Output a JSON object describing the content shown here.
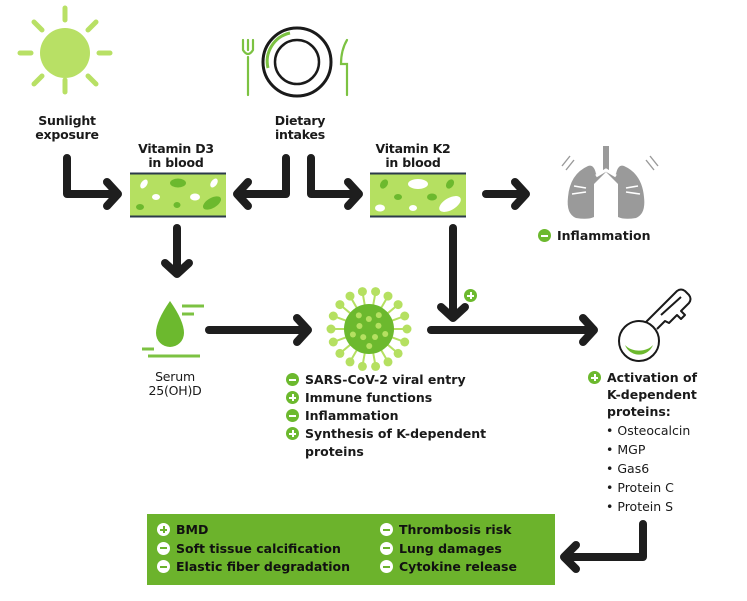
{
  "colors": {
    "accent_green": "#6cb92e",
    "light_green": "#b5e061",
    "sun_green": "#b8e065",
    "arrow": "#1e1e1e",
    "lung_gray": "#9a9a9a",
    "outcome_bg": "#6cb32c"
  },
  "sources": {
    "sunlight": {
      "icon": "sun-icon",
      "line1": "Sunlight",
      "line2": "exposure"
    },
    "diet": {
      "icon": "plate-cutlery-icon",
      "line1": "Dietary",
      "line2": "intakes"
    }
  },
  "blood": {
    "d3": {
      "icon": "blood-vessel-icon",
      "line1": "Vitamin D3",
      "line2": "in blood"
    },
    "k2": {
      "icon": "blood-vessel-icon",
      "line1": "Vitamin K2",
      "line2": "in blood"
    }
  },
  "lungs": {
    "icon": "lungs-icon",
    "effect": {
      "sign": "minus",
      "label": "Inflammation"
    }
  },
  "serum": {
    "icon": "drop-icon",
    "line1": "Serum",
    "line2": "25(OH)D"
  },
  "virus": {
    "icon": "coronavirus-icon",
    "effects": [
      {
        "sign": "minus",
        "label": "SARS-CoV-2 viral entry"
      },
      {
        "sign": "plus",
        "label": "Immune functions"
      },
      {
        "sign": "minus",
        "label": "Inflammation"
      },
      {
        "sign": "plus",
        "label": "Synthesis of K-dependent",
        "cont": "proteins"
      }
    ]
  },
  "k2_arrow_badge": {
    "sign": "plus"
  },
  "key": {
    "icon": "key-icon",
    "sign": "plus",
    "title_lines": [
      "Activation of",
      "K-dependent",
      "proteins:"
    ],
    "proteins": [
      "Osteocalcin",
      "MGP",
      "Gas6",
      "Protein C",
      "Protein S"
    ]
  },
  "outcomes": {
    "left": [
      {
        "sign": "plus",
        "label": "BMD"
      },
      {
        "sign": "minus",
        "label": "Soft tissue calcification"
      },
      {
        "sign": "minus",
        "label": "Elastic fiber degradation"
      }
    ],
    "right": [
      {
        "sign": "minus",
        "label": "Thrombosis risk"
      },
      {
        "sign": "minus",
        "label": "Lung damages"
      },
      {
        "sign": "minus",
        "label": "Cytokine release"
      }
    ]
  }
}
